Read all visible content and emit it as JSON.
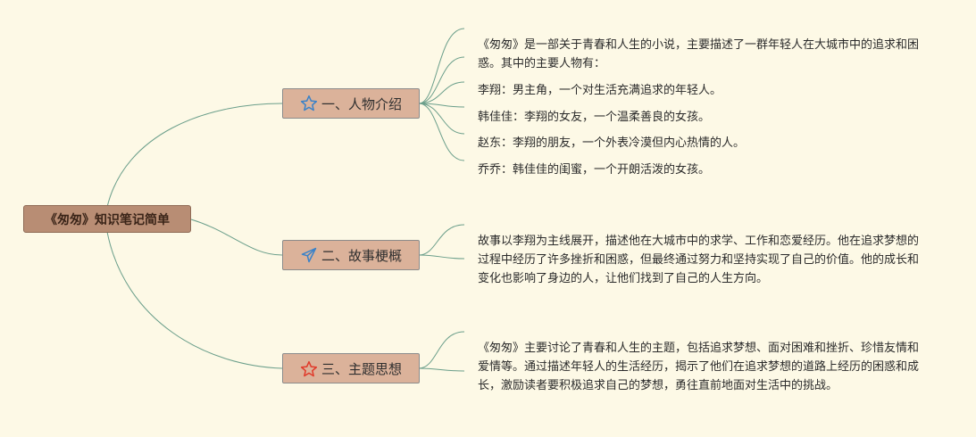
{
  "root": {
    "label": "《匆匆》知识笔记简单"
  },
  "branches": [
    {
      "label": "一、人物介绍",
      "icon": "star-outline-icon",
      "icon_color": "#3a82c8",
      "leaves": [
        "《匆匆》是一部关于青春和人生的小说，主要描述了一群年轻人在大城市中的追求和困惑。其中的主要人物有：",
        "李翔：男主角，一个对生活充满追求的年轻人。",
        "韩佳佳：李翔的女友，一个温柔善良的女孩。",
        "赵东：李翔的朋友，一个外表冷漠但内心热情的人。",
        "乔乔：韩佳佳的闺蜜，一个开朗活泼的女孩。"
      ]
    },
    {
      "label": "二、故事梗概",
      "icon": "paper-plane-icon",
      "icon_color": "#3a82c8",
      "leaves": [
        "故事以李翔为主线展开，描述他在大城市中的求学、工作和恋爱经历。他在追求梦想的过程中经历了许多挫折和困惑，但最终通过努力和坚持实现了自己的价值。他的成长和变化也影响了身边的人，让他们找到了自己的人生方向。"
      ]
    },
    {
      "label": "三、主题思想",
      "icon": "star-outline-icon",
      "icon_color": "#e03a2a",
      "leaves": [
        "《匆匆》主要讨论了青春和人生的主题，包括追求梦想、面对困难和挫折、珍惜友情和爱情等。通过描述年轻人的生活经历，揭示了他们在追求梦想的道路上经历的困惑和成长，激励读者要积极追求自己的梦想，勇往直前地面对生活中的挑战。"
      ]
    }
  ],
  "colors": {
    "background": "#fdf9e6",
    "root_fill": "#b88d74",
    "branch_fill": "#dbb29a",
    "link": "#6a9e8a"
  }
}
